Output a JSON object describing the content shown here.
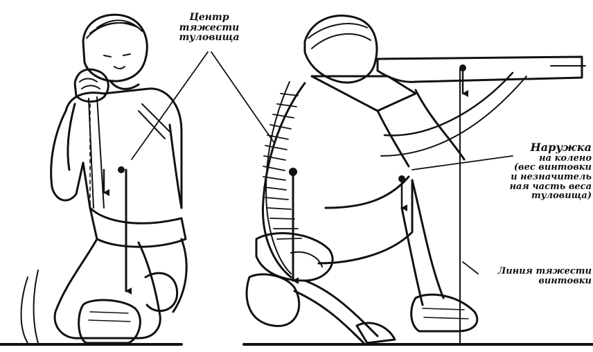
{
  "labels": {
    "center_of_gravity": [
      "Центр",
      "тяжести",
      "туловища"
    ],
    "support": [
      "Наружка",
      "на колено",
      "(вес винтовки",
      "и незначитель",
      "ная часть веса",
      "туловища)"
    ],
    "gravity_line": [
      "Линия тяжести",
      "винтовки"
    ]
  },
  "colors": {
    "ink": "#111111",
    "paper": "#ffffff"
  }
}
